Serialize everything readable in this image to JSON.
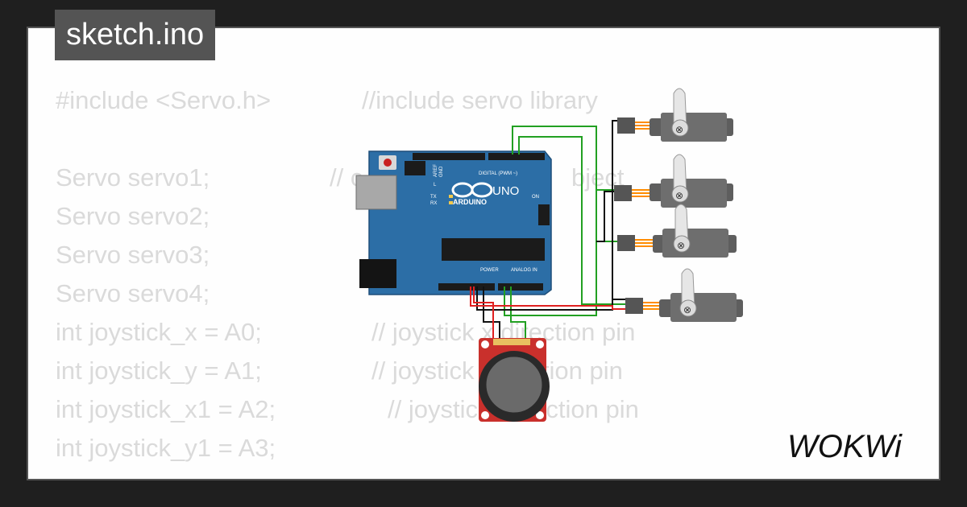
{
  "file_tab": {
    "label": "sketch.ino"
  },
  "code_lines": [
    {
      "code": "#include <Servo.h>",
      "comment": "//include servo library"
    },
    {
      "code": "",
      "comment": ""
    },
    {
      "code": "Servo servo1;",
      "comment": "// c"
    },
    {
      "code": "Servo servo2;",
      "comment": ""
    },
    {
      "code": "Servo servo3;",
      "comment": ""
    },
    {
      "code": "Servo servo4;",
      "comment": ""
    },
    {
      "code": "int joystick_x = A0;",
      "comment": "// joystick x direction pin"
    },
    {
      "code": "int joystick_y = A1;",
      "comment": "// joystick  direction pin"
    },
    {
      "code": "int joystick_x1 = A2;",
      "comment": "// joystick  direction pin"
    },
    {
      "code": "int joystick_y1 = A3;",
      "comment": ""
    }
  ],
  "code_fragment_right": "bject",
  "arduino": {
    "brand": "UNO",
    "name": "ARDUINO",
    "digital_label": "DIGITAL (PWM ~)",
    "power_label": "POWER",
    "analog_label": "ANALOG IN",
    "pins_top_left": "AREF",
    "pins_top_gnd": "GND",
    "tx_label": "TX",
    "rx_label": "RX",
    "on_label": "ON",
    "l_label": "L"
  },
  "logo": {
    "text": "WOKWi"
  },
  "colors": {
    "background": "#1f1f1f",
    "card": "#fefefe",
    "tab": "#545454",
    "code_text": "#dadada",
    "arduino_blue": "#2c6ea6",
    "servo_gray": "#6e6e6e",
    "joystick_red": "#c9302c",
    "wire_green": "#22a022",
    "wire_red": "#e02020",
    "wire_black": "#111111"
  }
}
